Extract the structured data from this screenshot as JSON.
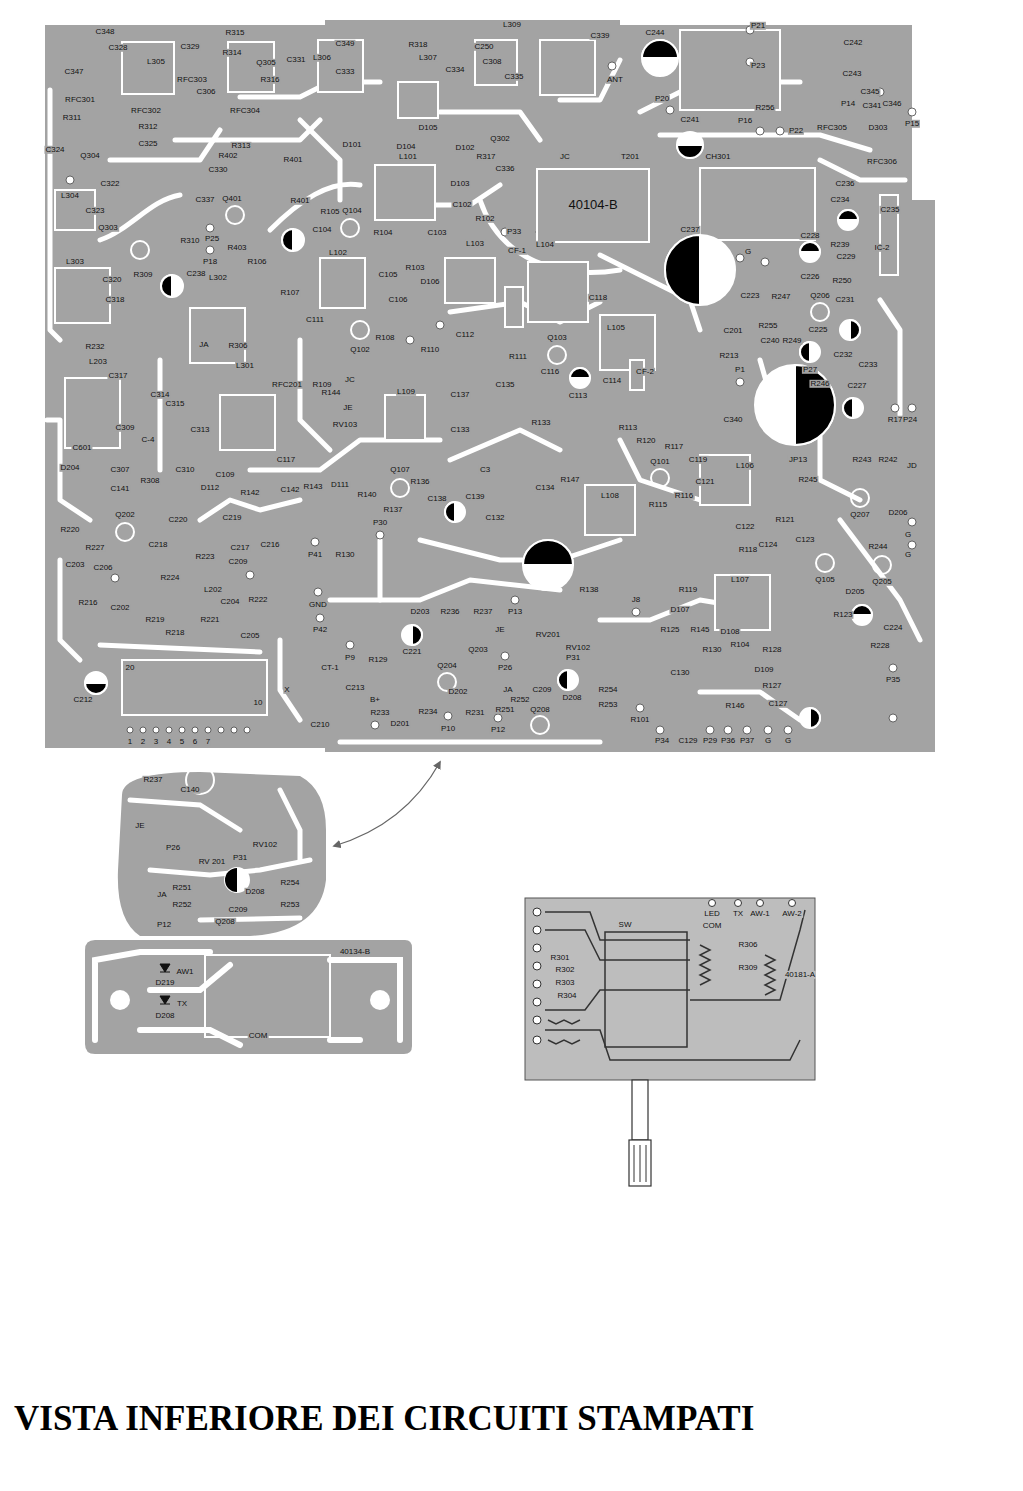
{
  "diagram": {
    "title": "VISTA INFERIORE DEI CIRCUITI STAMPATI",
    "nodes": [
      {
        "text": [
          "40104-B"
        ]
      }
    ],
    "labels": [
      "C348",
      "C328",
      "C329",
      "R315",
      "R314",
      "Q305",
      "C331",
      "C349",
      "L306",
      "C333",
      "R318",
      "L307",
      "C334",
      "C250",
      "C308",
      "C335",
      "L309",
      "C339",
      "ANT",
      "C244",
      "P21",
      "P23",
      "C242",
      "C243",
      "P20",
      "C347",
      "L305",
      "RFC303",
      "RFC301",
      "R311",
      "C306",
      "R316",
      "RFC302",
      "RFC304",
      "R312",
      "C325",
      "R313",
      "C324",
      "Q304",
      "C322",
      "L304",
      "C330",
      "R402",
      "R401",
      "C337",
      "Q401",
      "R401",
      "C323",
      "Q303",
      "R310",
      "P25",
      "R403",
      "P18",
      "R309",
      "C238",
      "L303",
      "C320",
      "C318",
      "L302",
      "L101",
      "D101",
      "D104",
      "D105",
      "D102",
      "D103",
      "C102",
      "R317",
      "Q302",
      "C336",
      "P33",
      "R102",
      "JC",
      "T201",
      "CH301",
      "C241",
      "P16",
      "R256",
      "P22",
      "RFC305",
      "C345",
      "C341",
      "C346",
      "P14",
      "D303",
      "P15",
      "RFC306",
      "C236",
      "C234",
      "C235",
      "C237",
      "C228",
      "R239",
      "C229",
      "IC-2",
      "G",
      "C226",
      "C223",
      "R247",
      "R250",
      "Q206",
      "C231",
      "C201",
      "R255",
      "C240",
      "R249",
      "R213",
      "C225",
      "C232",
      "C233",
      "P1",
      "P27",
      "R246",
      "C227",
      "R17",
      "P24",
      "C340",
      "L106",
      "C104",
      "R105",
      "Q104",
      "R104",
      "C103",
      "L102",
      "C105",
      "R106",
      "R107",
      "C106",
      "R103",
      "D106",
      "L103",
      "CF-1",
      "L104",
      "C118",
      "L105",
      "C111",
      "Q102",
      "R108",
      "R109",
      "R110",
      "C112",
      "R111",
      "Q103",
      "C116",
      "C113",
      "C114",
      "CF-2",
      "JA",
      "R306",
      "L301",
      "RFC201",
      "R232",
      "L203",
      "C317",
      "C314",
      "C315",
      "C313",
      "C109",
      "C117",
      "R144",
      "JC",
      "JE",
      "RV103",
      "L109",
      "C137",
      "C135",
      "C133",
      "R133",
      "C3",
      "C132",
      "R113",
      "R120",
      "Q101",
      "R117",
      "C119",
      "C121",
      "R116",
      "L108",
      "R147",
      "C134",
      "R115",
      "C122",
      "C124",
      "R118",
      "L107",
      "R121",
      "C123",
      "Q105",
      "R243",
      "R242",
      "JD",
      "JP13",
      "R245",
      "Q207",
      "D206",
      "G",
      "G",
      "R244",
      "Q205",
      "D205",
      "R123",
      "C224",
      "R228",
      "P35",
      "C601",
      "D204",
      "C307",
      "C141",
      "C-4",
      "C309",
      "C310",
      "R308",
      "D112",
      "R142",
      "C142",
      "R143",
      "D111",
      "R140",
      "Q107",
      "R136",
      "C138",
      "C139",
      "R137",
      "P30",
      "R130",
      "P41",
      "C216",
      "C219",
      "C217",
      "C209",
      "R220",
      "Q202",
      "R227",
      "C203",
      "C206",
      "C218",
      "C220",
      "R224",
      "R223",
      "R216",
      "C202",
      "R219",
      "R218",
      "R221",
      "L202",
      "C204",
      "R222",
      "C205",
      "GND",
      "P42",
      "20",
      "10",
      "C212",
      "1",
      "2",
      "3",
      "4",
      "5",
      "6",
      "7",
      "X",
      "CT-1",
      "C213",
      "C210",
      "B+",
      "P9",
      "R129",
      "R233",
      "D201",
      "R234",
      "C221",
      "D203",
      "R236",
      "R237",
      "P13",
      "Q204",
      "Q203",
      "JE",
      "D202",
      "P26",
      "JA",
      "R252",
      "R251",
      "P12",
      "R231",
      "P10",
      "Q208",
      "C209",
      "D208",
      "RV201",
      "RV102",
      "P31",
      "R254",
      "R253",
      "R101",
      "P34",
      "C129",
      "P29",
      "P36",
      "P37",
      "G",
      "G",
      "R138",
      "D107",
      "R125",
      "C130",
      "R130",
      "D108",
      "R104",
      "R128",
      "D109",
      "R127",
      "R146",
      "C127",
      "R119",
      "R145",
      "J8",
      "R237",
      "C140",
      "JE",
      "P26",
      "RV 201",
      "RV102",
      "P31",
      "JA",
      "R251",
      "R252",
      "R254",
      "R253",
      "C209",
      "D208",
      "Q208",
      "P12",
      "40134-B",
      "AW1",
      "D219",
      "TX",
      "D208",
      "COM",
      "SW",
      "LED",
      "COM",
      "TX",
      "AW-1",
      "AW-2",
      "R306",
      "R309",
      "R301",
      "R302",
      "R303",
      "R304",
      "40181-A"
    ]
  }
}
